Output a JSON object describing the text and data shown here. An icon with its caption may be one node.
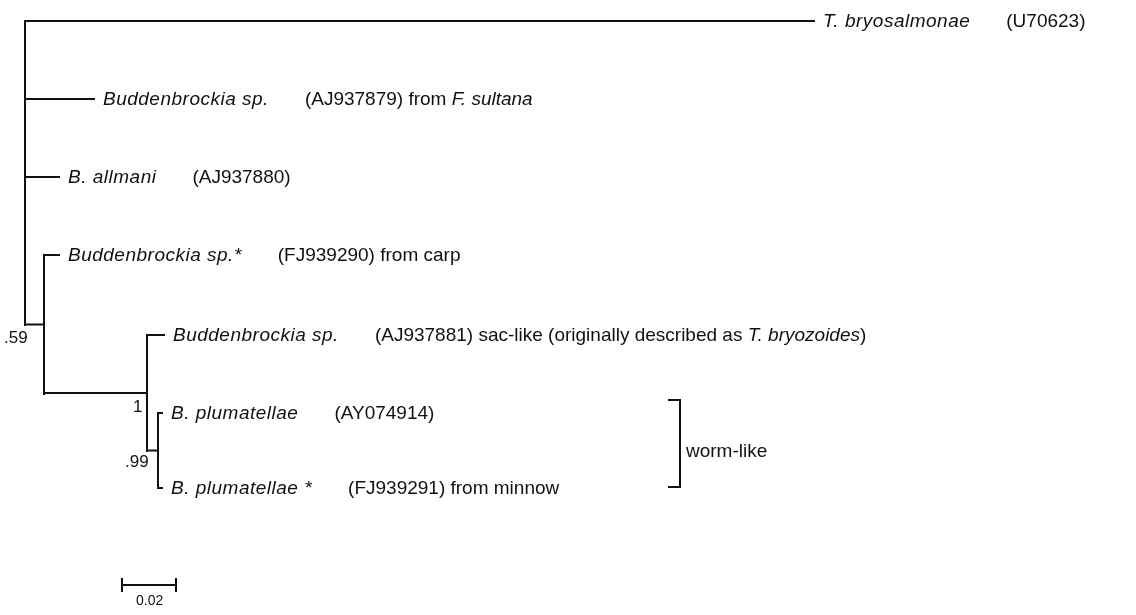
{
  "diagram": {
    "nodes": [
      {
        "text": [
          "T. bryosalmonae",
          "(U70623)"
        ]
      },
      {
        "text": [
          "Buddenbrockia sp.",
          "(AJ937879) from *F. sultana*"
        ]
      },
      {
        "text": [
          "B. allmani",
          "(AJ937880)"
        ]
      },
      {
        "text": [
          "Buddenbrockia sp.*",
          "(FJ939290) from carp"
        ]
      },
      {
        "text": [
          "Buddenbrockia sp.",
          "(AJ937881) sac-like (originally described as *T. bryozoides*)"
        ]
      },
      {
        "text": [
          "B. plumatellae",
          "(AY074914)"
        ]
      },
      {
        "text": [
          "B. plumatellae *",
          "(FJ939291) from minnow"
        ]
      },
      {
        "text": [],
        "shape": "bar"
      },
      {
        "text": [],
        "shape": "bar"
      },
      {
        "text": [],
        "shape": "bar"
      },
      {
        "text": [],
        "shape": "bar"
      }
    ],
    "edges": [
      {
        "from": 7,
        "to": 0,
        "arrow": "none"
      },
      {
        "from": 7,
        "to": 1,
        "arrow": "none"
      },
      {
        "from": 7,
        "to": 2,
        "arrow": "none"
      },
      {
        "from": 7,
        "to": 8,
        "arrow": "none"
      },
      {
        "from": 8,
        "to": 3,
        "arrow": "none"
      },
      {
        "from": 8,
        "to": 9,
        "arrow": "none"
      },
      {
        "from": 9,
        "to": 4,
        "arrow": "none"
      },
      {
        "from": 9,
        "to": 10,
        "arrow": "none"
      },
      {
        "from": 10,
        "to": 5,
        "arrow": "none"
      },
      {
        "from": 10,
        "to": 6,
        "arrow": "none"
      }
    ],
    "labels": [
      ".59",
      "1",
      ".99",
      "worm-like",
      "0.02"
    ]
  }
}
